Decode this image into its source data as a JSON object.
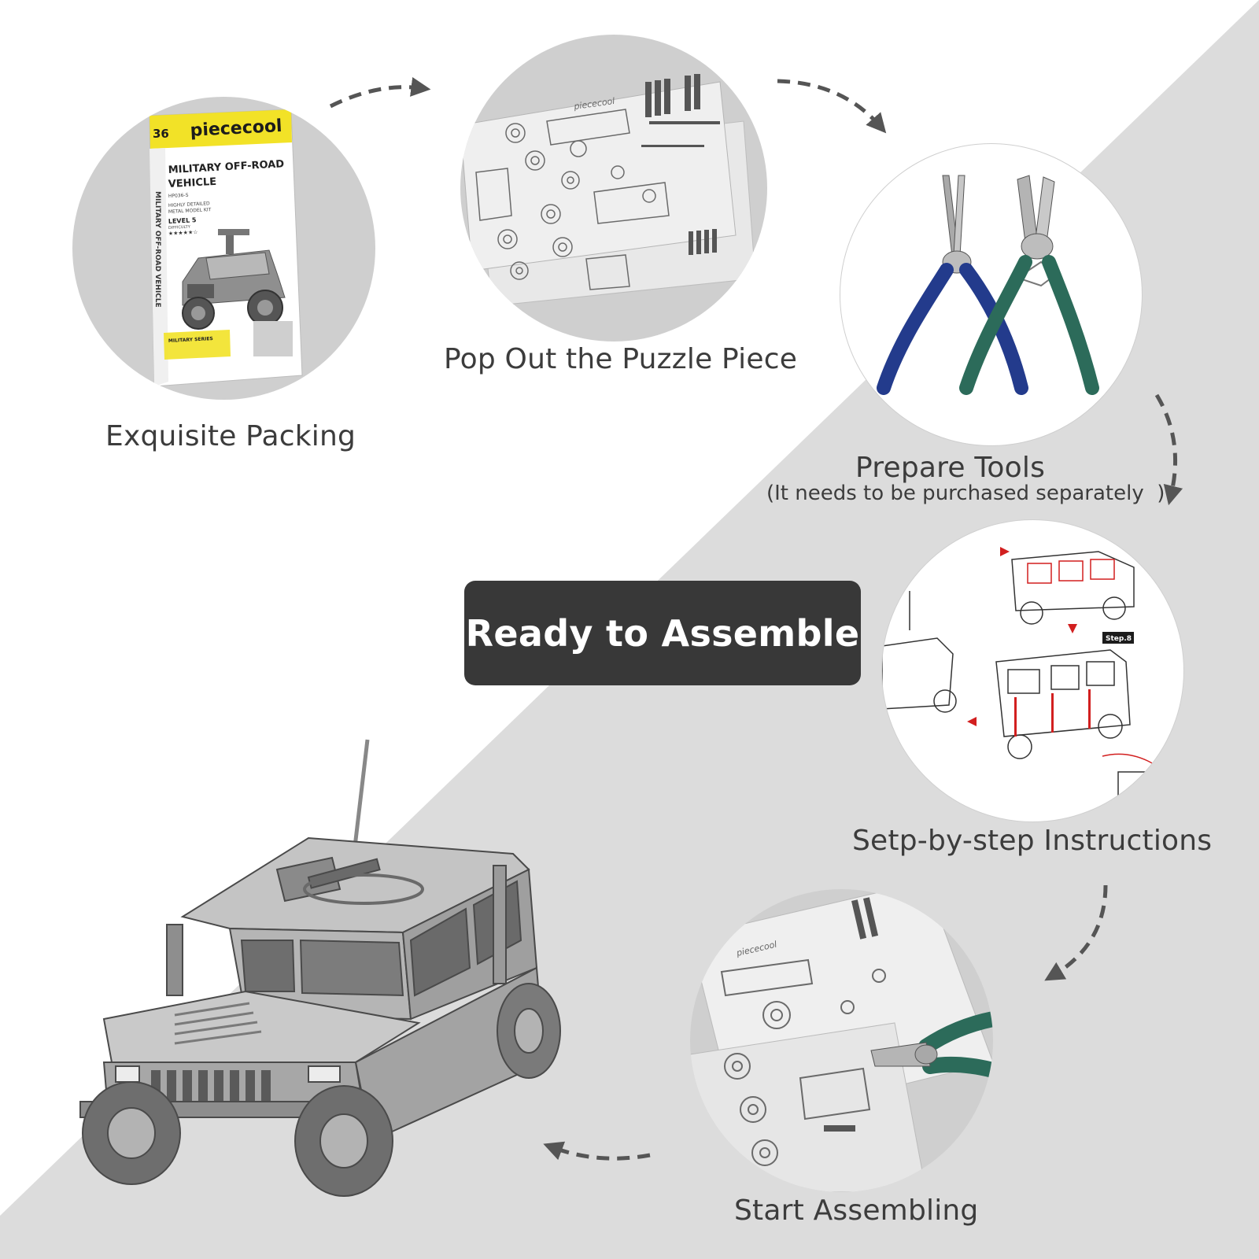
{
  "steps": {
    "packing": {
      "label": "Exquisite Packing"
    },
    "popout": {
      "label": "Pop Out the Puzzle Piece"
    },
    "tools": {
      "label": "Prepare Tools",
      "note": "(It needs to be purchased separately  )"
    },
    "instructions": {
      "label": "Setp-by-step Instructions"
    },
    "assembling": {
      "label": "Start Assembling"
    }
  },
  "cta": {
    "label": "Ready to Assemble"
  },
  "box": {
    "brand": "piececool",
    "number": "36",
    "title_line1": "MILITARY OFF-ROAD",
    "title_line2": "VEHICLE",
    "model_code": "HP036-S",
    "desc_line1": "HIGHLY DETAILED",
    "desc_line2": "METAL MODEL KIT",
    "level": "LEVEL 5",
    "difficulty": "DIFFICULTY",
    "stars": "★★★★★☆",
    "series": "MILITARY SERIES",
    "spine_text": "MILITARY OFF-ROAD VEHICLE"
  },
  "sheet": {
    "brand": "piececool"
  },
  "instruction_sheet": {
    "step_tag": "Step.8"
  },
  "colors": {
    "diagonal_gray": "#dcdcdc",
    "circle_gray": "#cfcfcf",
    "text": "#3c3c3c",
    "cta_bg": "#383838",
    "cta_text": "#ffffff",
    "arrow": "#555555",
    "box_yellow": "#f2e227",
    "plier_blue": "#233b8c",
    "plier_green": "#2c6b5a",
    "instruction_red": "#d21f1f"
  }
}
